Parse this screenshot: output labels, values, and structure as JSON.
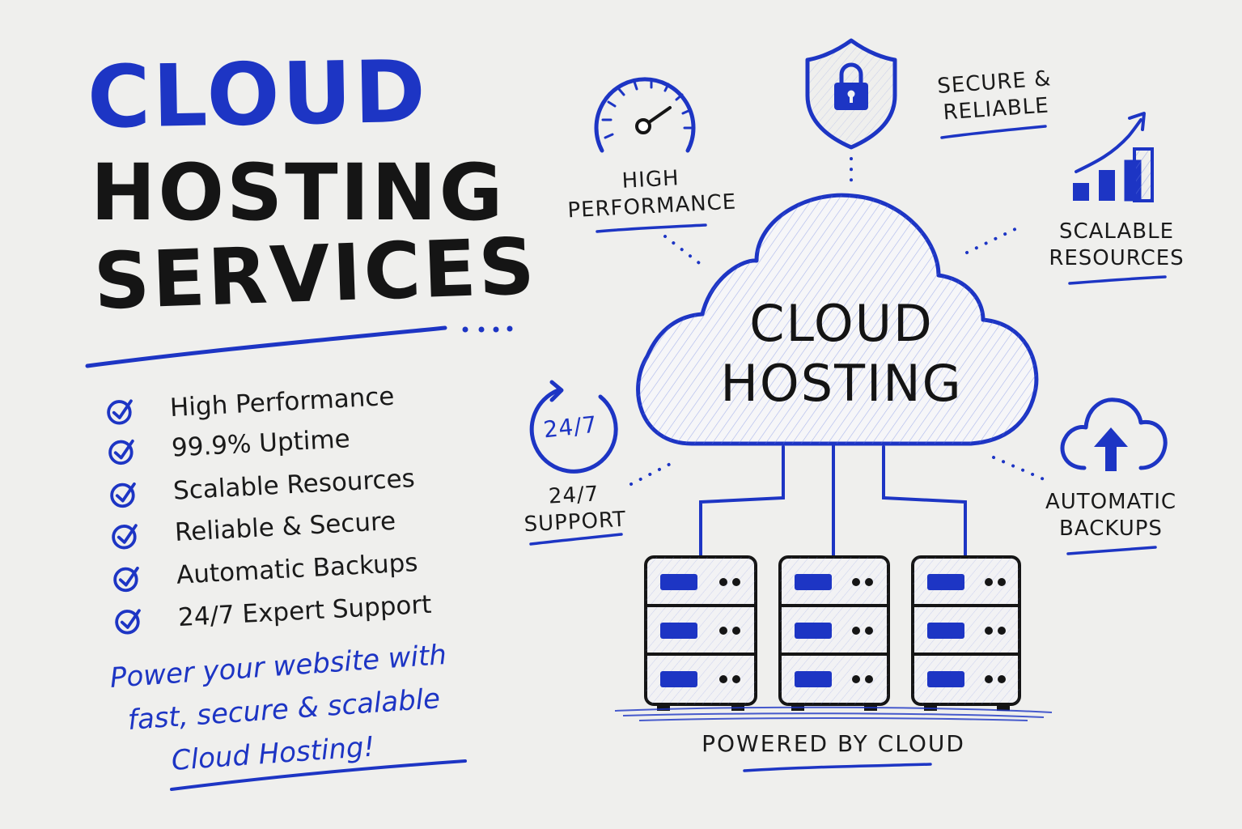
{
  "title": {
    "line1": "CLOUD",
    "line2": "HOSTING",
    "line3": "SERVICES"
  },
  "checklist": [
    "High Performance",
    "99.9% Uptime",
    "Scalable Resources",
    "Reliable & Secure",
    "Automatic Backups",
    "24/7 Expert Support"
  ],
  "tagline": {
    "line1": "Power your website with",
    "line2": "fast, secure & scalable",
    "line3": "Cloud Hosting!"
  },
  "diagram": {
    "center": {
      "line1": "CLOUD",
      "line2": "HOSTING"
    },
    "features": {
      "performance": {
        "line1": "HIGH",
        "line2": "PERFORMANCE",
        "icon": "speedometer-icon"
      },
      "secure": {
        "line1": "SECURE &",
        "line2": "RELIABLE",
        "icon": "shield-lock-icon"
      },
      "scalable": {
        "line1": "SCALABLE",
        "line2": "RESOURCES",
        "icon": "bar-chart-growth-icon"
      },
      "support": {
        "badge": "24/7",
        "line1": "24/7",
        "line2": "SUPPORT",
        "icon": "refresh-24-7-icon"
      },
      "backups": {
        "line1": "AUTOMATIC",
        "line2": "BACKUPS",
        "icon": "cloud-upload-icon"
      }
    },
    "servers_caption": "POWERED BY CLOUD"
  },
  "colors": {
    "accent": "#1d35c4",
    "ink": "#161616",
    "background": "#efefed"
  }
}
